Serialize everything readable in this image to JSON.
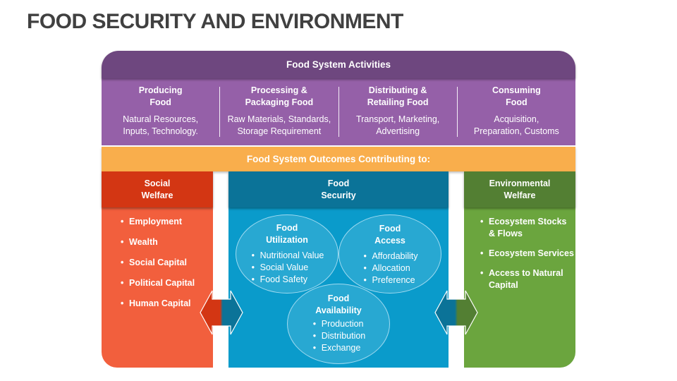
{
  "title": "FOOD SECURITY AND ENVIRONMENT",
  "activities": {
    "header": "Food System Activities",
    "columns": [
      {
        "title": "Producing\nFood",
        "desc": "Natural Resources,\nInputs, Technology."
      },
      {
        "title": "Processing &\nPackaging Food",
        "desc": "Raw Materials, Standards,\nStorage Requirement"
      },
      {
        "title": "Distributing &\nRetailing Food",
        "desc": "Transport, Marketing,\nAdvertising"
      },
      {
        "title": "Consuming\nFood",
        "desc": "Acquisition,\nPreparation, Customs"
      }
    ]
  },
  "outcomes": {
    "header": "Food System Outcomes Contributing to:",
    "social": {
      "title": "Social\nWelfare",
      "items": [
        "Employment",
        "Wealth",
        "Social Capital",
        "Political Capital",
        "Human Capital"
      ]
    },
    "security": {
      "title": "Food\nSecurity",
      "utilization": {
        "title": "Food\nUtilization",
        "items": [
          "Nutritional Value",
          "Social Value",
          "Food Safety"
        ]
      },
      "access": {
        "title": "Food\nAccess",
        "items": [
          "Affordability",
          "Allocation",
          "Preference"
        ]
      },
      "availability": {
        "title": "Food\nAvailability",
        "items": [
          "Production",
          "Distribution",
          "Exchange"
        ]
      }
    },
    "environmental": {
      "title": "Environmental\nWelfare",
      "items": [
        "Ecosystem Stocks & Flows",
        "Ecosystem Services",
        "Access to Natural Capital"
      ]
    }
  },
  "colors": {
    "purple_dark": "#6e477f",
    "purple": "#9560a8",
    "orange_bar": "#f9ae4c",
    "social_dark": "#d33613",
    "social": "#f25f3d",
    "security_dark": "#0b7398",
    "security": "#0a9bcb",
    "env_dark": "#537f33",
    "env": "#6ba53e"
  }
}
